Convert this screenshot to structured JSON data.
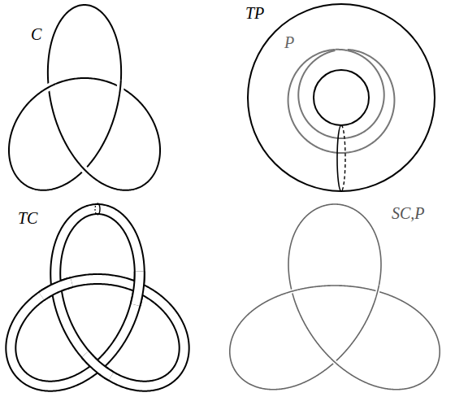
{
  "diagram": {
    "labels": [
      "C",
      "TP",
      "P",
      "TC",
      "SC,P"
    ]
  }
}
